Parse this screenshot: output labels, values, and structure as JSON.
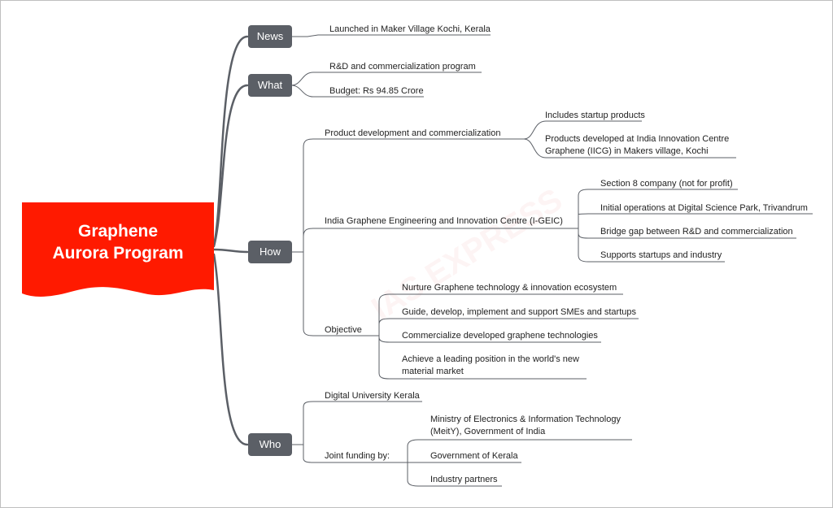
{
  "root": {
    "line1": "Graphene",
    "line2": "Aurora Program",
    "color": "#ff1a00"
  },
  "watermark": "IAS EXPRESS",
  "news": {
    "label": "News",
    "items": [
      "Launched in Maker Village Kochi, Kerala"
    ]
  },
  "what": {
    "label": "What",
    "items": [
      "R&D and commercialization program",
      "Budget: Rs 94.85 Crore"
    ]
  },
  "how": {
    "label": "How",
    "product": {
      "label": "Product development and commercialization",
      "items": [
        "Includes startup products",
        "Products developed at India Innovation Centre",
        "Graphene (IICG) in Makers village, Kochi"
      ]
    },
    "igeic": {
      "label": "India Graphene Engineering and Innovation Centre (I-GEIC)",
      "items": [
        "Section 8 company (not for profit)",
        "Initial operations at Digital Science Park, Trivandrum",
        "Bridge gap between R&D and commercialization",
        "Supports startups and industry"
      ]
    },
    "objective": {
      "label": "Objective",
      "items": [
        "Nurture Graphene technology & innovation ecosystem",
        "Guide, develop, implement and support SMEs and startups",
        "Commercialize developed graphene technologies",
        "Achieve a leading position in the world's new",
        "material market"
      ]
    }
  },
  "who": {
    "label": "Who",
    "university": "Digital University Kerala",
    "funding": {
      "label": "Joint funding by:",
      "items": [
        "Ministry of Electronics & Information Technology",
        "(MeitY), Government of India",
        "Government of Kerala",
        "Industry partners"
      ]
    }
  }
}
